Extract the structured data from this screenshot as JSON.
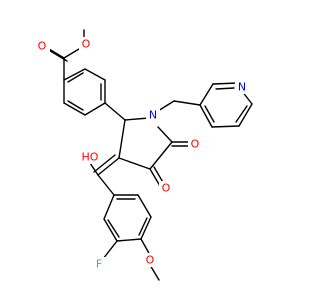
{
  "atoms": {
    "ester_o_double": "O",
    "ester_o_single": "O",
    "ring_n": "N",
    "pyridine_n": "N",
    "hydroxyl": "HO",
    "keto_o_upper": "O",
    "keto_o_lower": "O",
    "fluorine": "F",
    "methoxy_o": "O"
  },
  "colors": {
    "bond": "#000000",
    "oxygen": "#ff0000",
    "nitrogen": "#0000ff",
    "fluorine": "#33cc33",
    "background": "#ffffff"
  }
}
